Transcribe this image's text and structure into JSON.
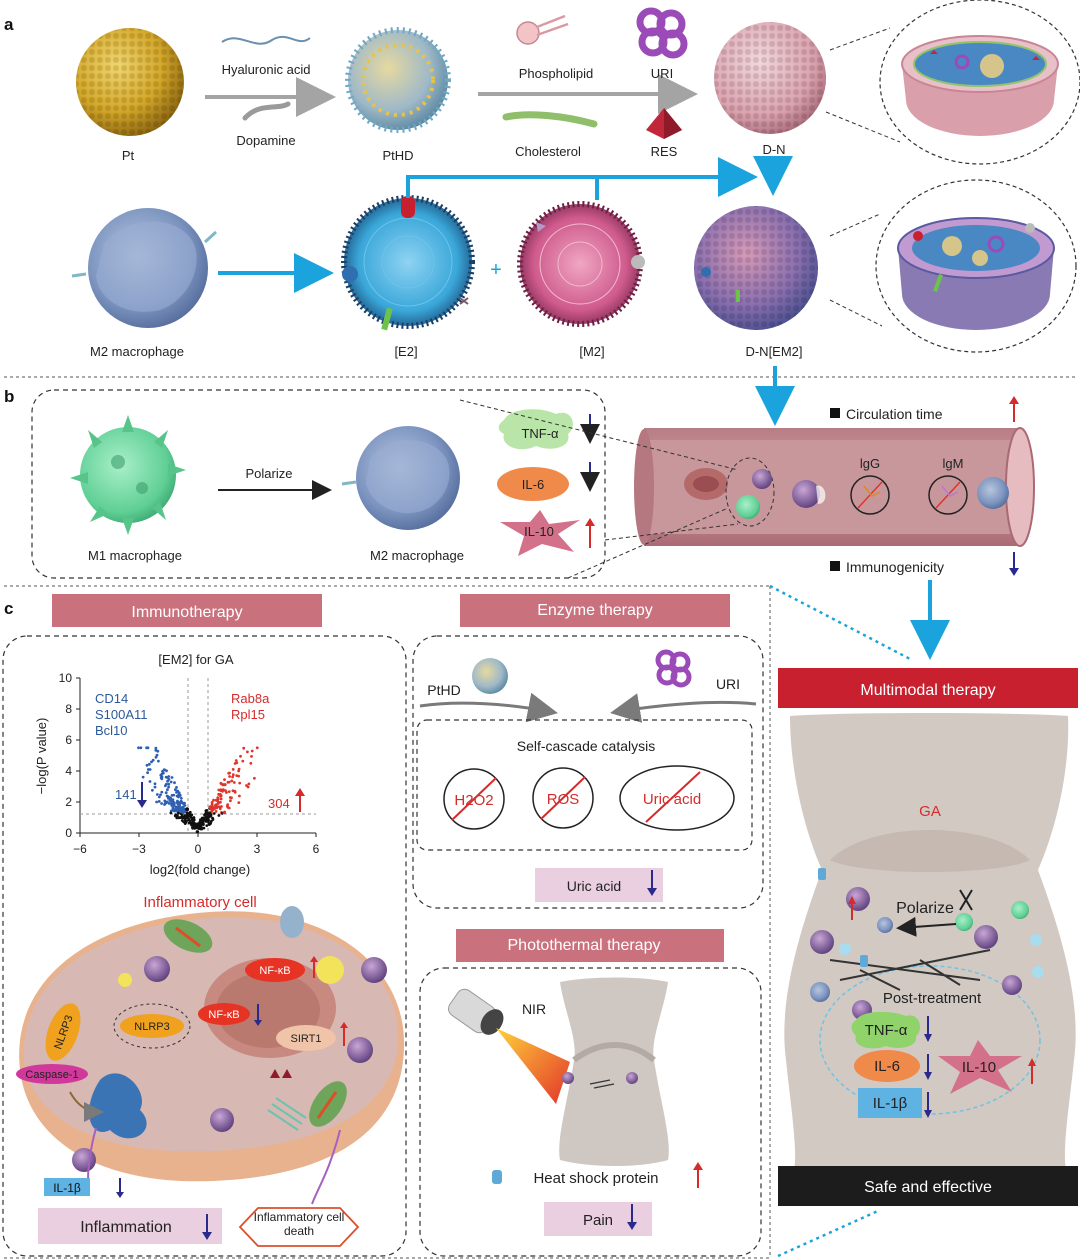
{
  "panel_letters": {
    "a": "a",
    "b": "b",
    "c": "c"
  },
  "panel_a": {
    "pt": "Pt",
    "hyaluronic_acid": "Hyaluronic acid",
    "dopamine": "Dopamine",
    "pthd": "PtHD",
    "phospholipid": "Phospholipid",
    "uri": "URI",
    "cholesterol": "Cholesterol",
    "res": "RES",
    "dn": "D-N",
    "m2_macrophage": "M2 macrophage",
    "e2": "[E2]",
    "plus": "+",
    "m2": "[M2]",
    "dn_em2": "D-N[EM2]"
  },
  "panel_b": {
    "polarize": "Polarize",
    "m1_macrophage": "M1 macrophage",
    "m2_macrophage": "M2 macrophage",
    "tnf": "TNF-α",
    "il6": "IL-6",
    "il10": "IL-10",
    "circulation_time": "Circulation time",
    "immunogenicity": "Immunogenicity",
    "igg": "lgG",
    "igm": "lgM"
  },
  "panel_c": {
    "immunotherapy": "Immunotherapy",
    "enzyme_therapy": "Enzyme therapy",
    "multimodal_therapy": "Multimodal therapy",
    "volcano": {
      "title": "[EM2] for GA",
      "y_label": "−log(P value)",
      "x_label": "log2(fold change)",
      "y_ticks": [
        "10",
        "8",
        "6",
        "4",
        "2",
        "0"
      ],
      "x_ticks": [
        "−6",
        "−3",
        "0",
        "3",
        "6"
      ],
      "down_genes": [
        "CD14",
        "S100A11",
        "Bcl10"
      ],
      "up_genes": [
        "Rab8a",
        "Rpl15"
      ],
      "down_count": "141",
      "up_count": "304"
    },
    "enzyme": {
      "pthd": "PtHD",
      "uri": "URI",
      "self_cascade": "Self-cascade catalysis",
      "h2o2": "H2O2",
      "ros": "ROS",
      "uric_acid": "Uric acid",
      "uric_acid_result": "Uric acid"
    },
    "cell": {
      "title": "Inflammatory cell",
      "nlrp3_a": "NLRP3",
      "nlrp3_b": "NLRP3",
      "caspase1": "Caspase-1",
      "nfkb_top": "NF-κB",
      "nfkb_nuc": "NF-κB",
      "sirt1": "SIRT1",
      "il1b": "IL-1β",
      "inflammation": "Inflammation",
      "cell_death": "Inflammatory cell death"
    },
    "photothermal": {
      "title": "Photothermal therapy",
      "nir": "NIR",
      "hsp": "Heat shock protein",
      "pain": "Pain"
    },
    "joint": {
      "ga": "GA",
      "polarize": "Polarize",
      "post_treatment": "Post-treatment",
      "tnf": "TNF-α",
      "il6": "IL-6",
      "il10": "IL-10",
      "il1b": "IL-1β",
      "safe": "Safe and effective"
    }
  },
  "colors": {
    "accent_blue": "#1aa3dc",
    "header_pink": "#c9727e",
    "multimodal_red": "#c8202f",
    "down_arrow": "#2a2a8c",
    "up_arrow": "#d62b2b"
  }
}
